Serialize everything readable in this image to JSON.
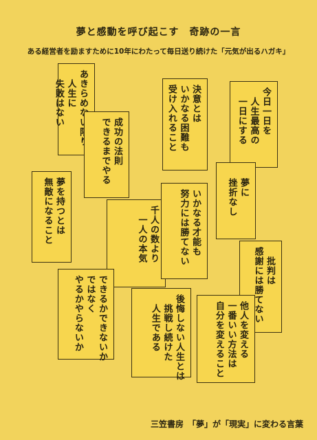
{
  "title": "夢と感動を呼び起こす　奇跡の一言",
  "subtitle": "ある経営者を励ますために10年にわたって毎日送り続けた「元気が出るハガキ」",
  "cards": [
    "あきらめない限り\n　人生に\n　失敗はない",
    "成功の法則\nできるまでやる",
    "決意とは\nいかなる困難も\n受け入れること",
    "今日一日を\n　人生最高の\n　一日にする",
    "夢を持つとは\n無敵になること",
    "千人の数より\n　一人の本気",
    "いかなる才能も\n努力には勝てない",
    "　夢に\n　挫折なし",
    "　批判は\n感謝には勝てない",
    "できるかできないか\nではなく\nやるかやらないか",
    "後悔しない人生とは\n　挑戦し続けた\n　人生である",
    "他人を変える\n一番いい方法は\n自分を変えること"
  ],
  "footer": "三笠書房　「夢」が「現実」に変わる言葉"
}
